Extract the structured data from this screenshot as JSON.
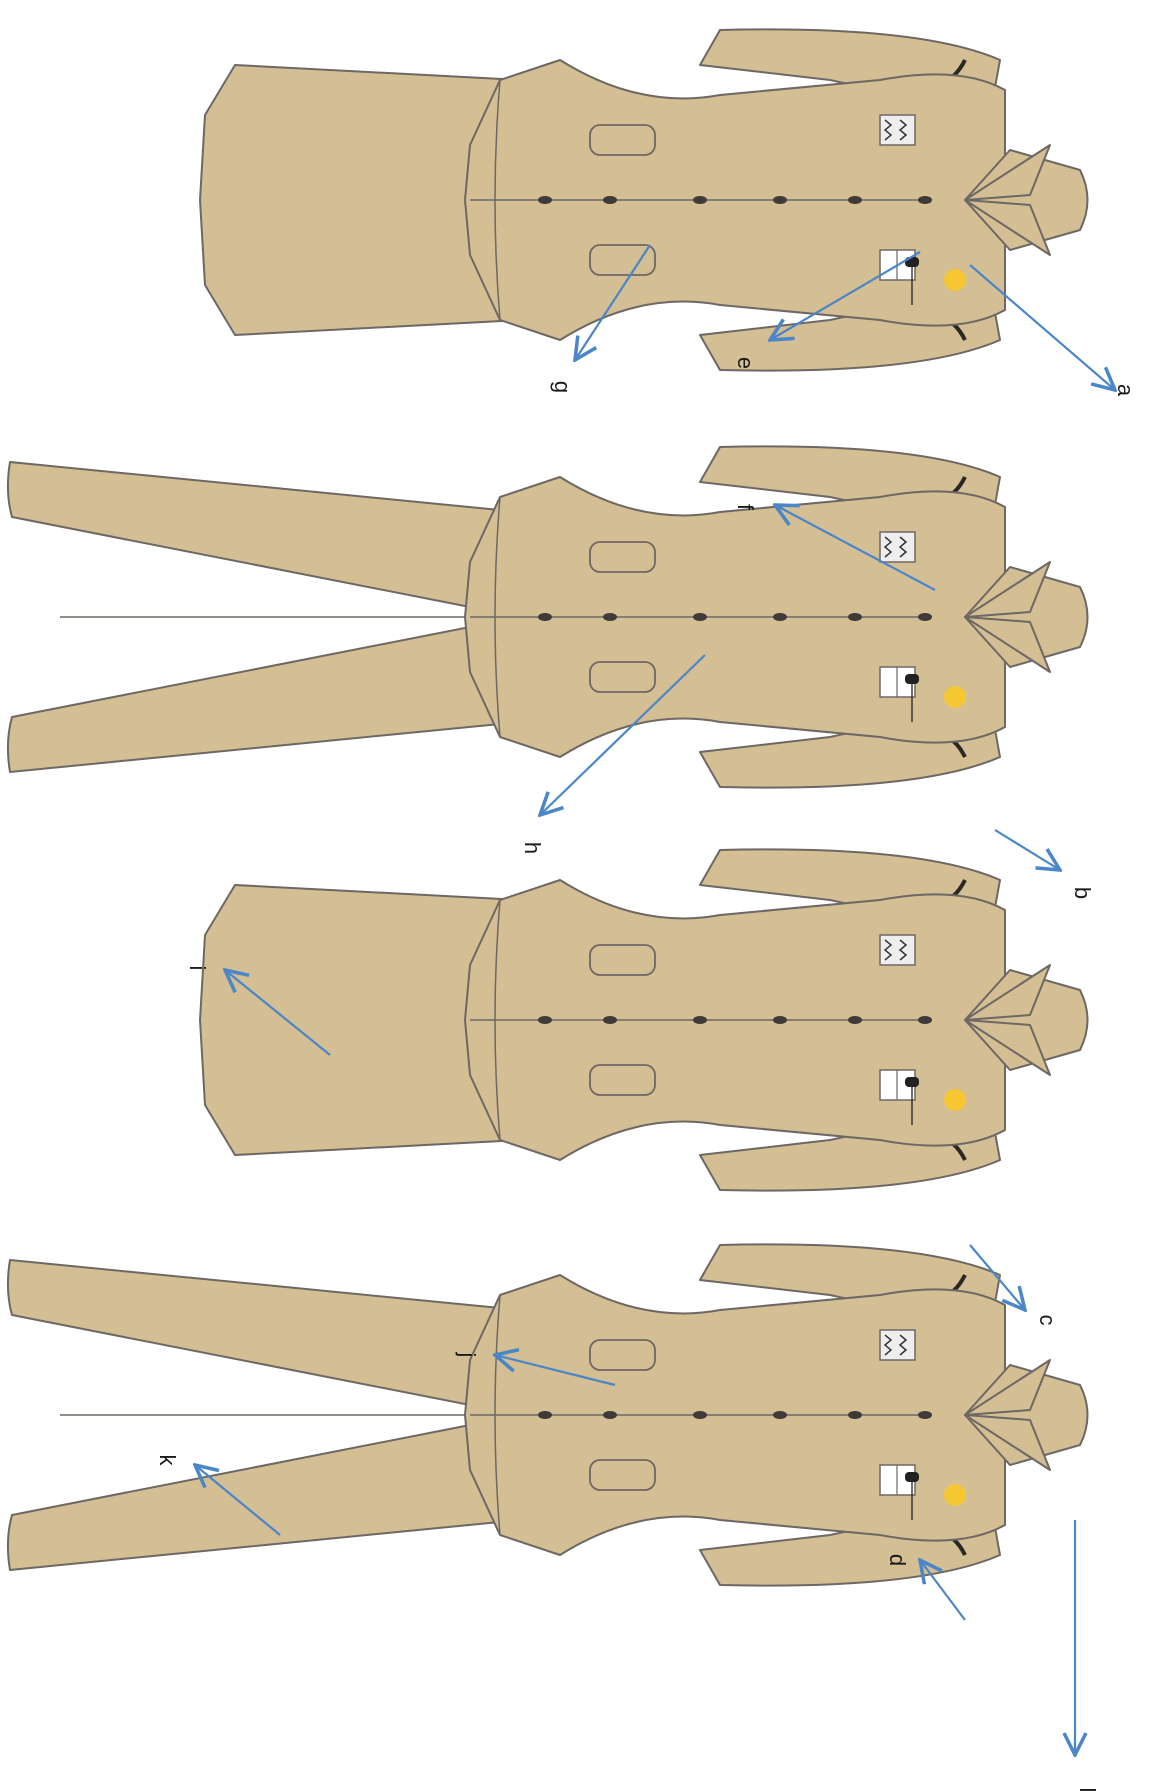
{
  "figure": {
    "colors": {
      "uniform_fill": "#D4BE93",
      "uniform_stroke": "#6d6864",
      "callout_arrow": "#4a86c8",
      "badge_gold": "#F5C832",
      "button_dark": "#3f3b39"
    },
    "figures": [
      {
        "id": "fig-1",
        "garment": "jacket with skirt"
      },
      {
        "id": "fig-2",
        "garment": "jacket with trousers"
      },
      {
        "id": "fig-3",
        "garment": "jacket with skirt"
      },
      {
        "id": "fig-4",
        "garment": "jacket with trousers"
      }
    ],
    "callouts": [
      {
        "letter": "a"
      },
      {
        "letter": "b"
      },
      {
        "letter": "c"
      },
      {
        "letter": "d"
      },
      {
        "letter": "e"
      },
      {
        "letter": "f"
      },
      {
        "letter": "g"
      },
      {
        "letter": "h"
      },
      {
        "letter": "i"
      },
      {
        "letter": "j"
      },
      {
        "letter": "k"
      },
      {
        "letter": "l"
      }
    ]
  }
}
